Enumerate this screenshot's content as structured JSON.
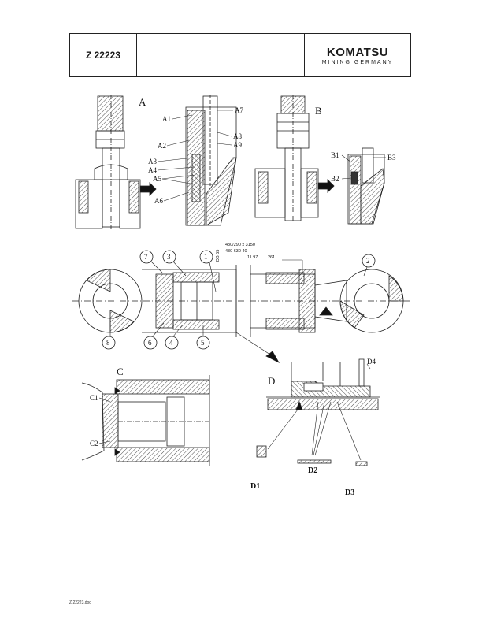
{
  "header": {
    "doc_code": "Z 22223",
    "brand": "KOMATSU",
    "brand_sub": "MINING GERMANY"
  },
  "figure_a": {
    "title": "A",
    "labels": [
      "A1",
      "A2",
      "A3",
      "A4",
      "A5",
      "A6",
      "A7",
      "A8",
      "A9"
    ]
  },
  "figure_b": {
    "title": "B",
    "labels": [
      "B1",
      "B2",
      "B3"
    ]
  },
  "main_drawing": {
    "spec_line1": "430/290 x 3150",
    "spec_line2": "430 630 40",
    "date": "11.97",
    "code": "261",
    "vertical_code": "DB 55",
    "callouts": [
      "1",
      "2",
      "3",
      "4",
      "5",
      "6",
      "7",
      "8"
    ]
  },
  "figure_c": {
    "title": "C",
    "labels": [
      "C1",
      "C2"
    ]
  },
  "figure_d": {
    "title": "D",
    "labels": [
      "D1",
      "D2",
      "D3",
      "D4"
    ]
  },
  "footer": {
    "filename": "Z 22223.doc"
  }
}
